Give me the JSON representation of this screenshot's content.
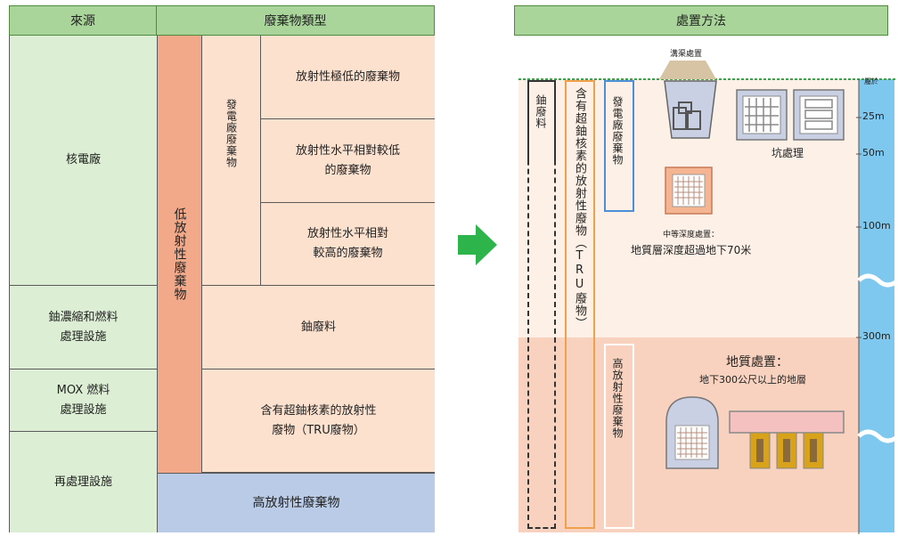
{
  "left_table": {
    "header_source": "來源",
    "header_type": "廢棄物類型",
    "sources": [
      "核電廠",
      "鈾濃縮和燃料\n處理設施",
      "MOX 燃料\n處理設施",
      "再處理設施"
    ],
    "low_level_label": "低放射性廢棄物",
    "power_plant_waste_label": "發電廠廢棄物",
    "waste_types": [
      "放射性極低的廢棄物",
      "放射性水平相對較低\n的廢棄物",
      "放射性水平相對\n較高的廢棄物",
      "鈾廢料",
      "含有超鈾核素的放射性\n廢物（TRU廢物）",
      "高放射性廢棄物"
    ]
  },
  "right_panel": {
    "header": "處置方法",
    "trench_label": "溝渠處置",
    "surface_label": "屬於",
    "depth_marks": [
      "25m",
      "50m",
      "100m",
      "300m"
    ],
    "uranium_col_label": "鈾廢料",
    "tru_col_label": "含有超鈾核素的放射性廢物（TRU廢物）",
    "power_col_label": "發電廠廢棄物",
    "high_col_label": "高放射性廢棄物",
    "pit_label": "坑處理",
    "intermediate_label_small": "中等深度處置：",
    "intermediate_label": "地質層深度超過地下70米",
    "geological_title": "地質處置：",
    "geological_sub": "地下300公尺以上的地層"
  },
  "colors": {
    "arrow": "#2db54b",
    "low_level_bar": "#f1a98a",
    "high_level_cell": "#b9cbe6",
    "water": "#7ec8ef",
    "ground_upper": "#fdf0e6",
    "ground_lower": "#f8d2bf"
  }
}
